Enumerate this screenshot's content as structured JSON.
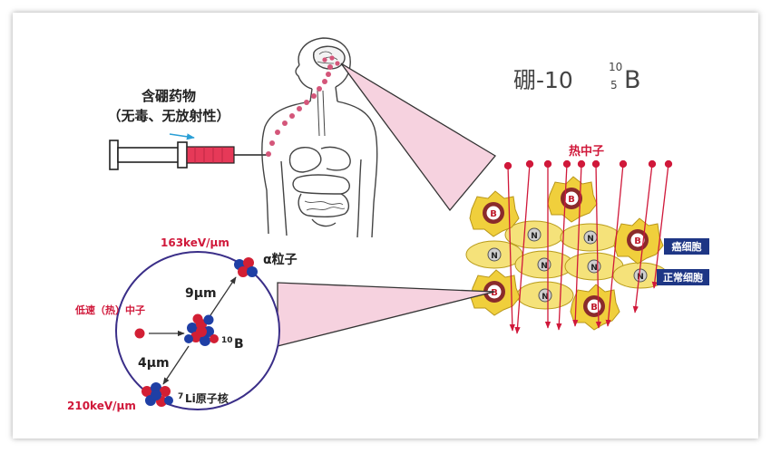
{
  "drug": {
    "title": "含硼药物",
    "subtitle": "（无毒、无放射性）"
  },
  "boron": {
    "name": "硼-10",
    "mass_number": "10",
    "atomic_number": "5",
    "symbol": "B"
  },
  "beam": {
    "label": "热中子"
  },
  "cells": {
    "boron_label": "B",
    "normal_label": "N",
    "tumor_tag": "癌细胞",
    "normal_tag": "正常细胞"
  },
  "reaction": {
    "alpha_energy": "163keV/μm",
    "alpha_label": "α粒子",
    "alpha_range": "9μm",
    "neutron_label": "低速（热）中子",
    "boron_mass": "10",
    "boron_symbol": "B",
    "li_range": "4μm",
    "li_energy": "210keV/μm",
    "li_mass": "7",
    "li_label": "Li原子核"
  },
  "colors": {
    "accent_red": "#d0183a",
    "syringe_fill": "#e63958",
    "body_dots": "#d4567a",
    "beam_pink": "#f6d2df",
    "cell_yellow": "#f5e27a",
    "cell_yellow_dark": "#e8c52a",
    "cell_nucleus": "#8a2b2b",
    "nucleus_blue": "#1f3fa5",
    "nucleus_red": "#d21f34",
    "tag_blue": "#1e3685",
    "ellipse_border": "#3a2e88"
  }
}
